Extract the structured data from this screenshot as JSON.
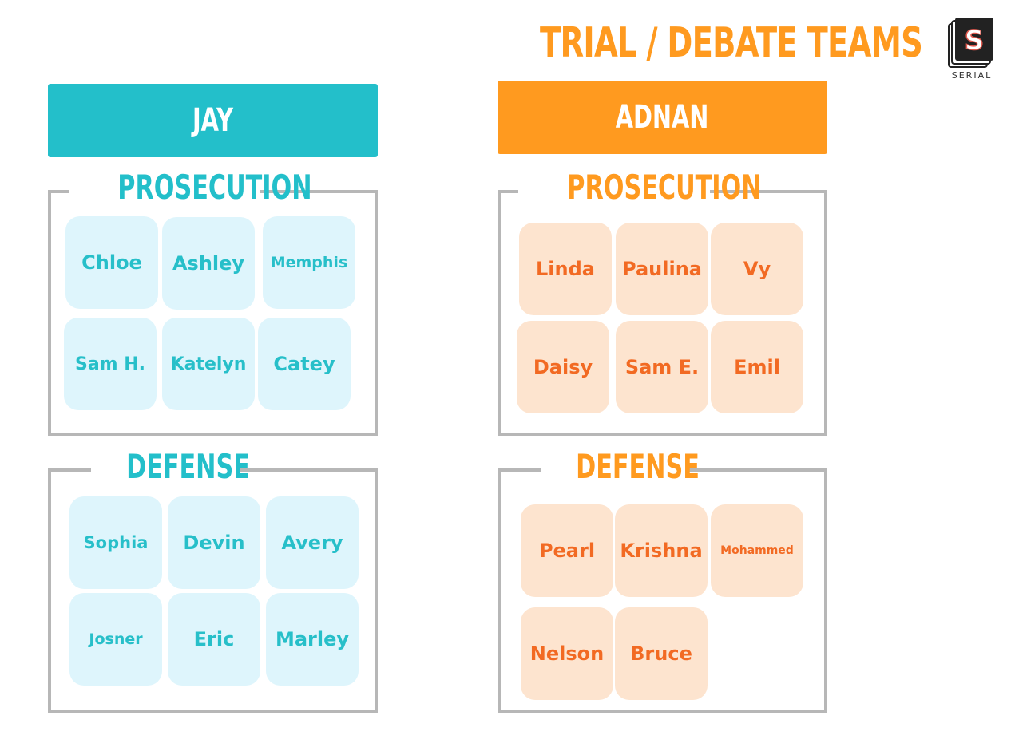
{
  "title": "TRIAL / DEBATE TEAMS",
  "logo": {
    "label": "SERIAL",
    "icon": "serial-logo-icon"
  },
  "colors": {
    "jay": "#23bfca",
    "adnan": "#ff9a1f",
    "jay_card": "#def5fc",
    "adnan_card": "#fde4cf",
    "adnan_text": "#f26a23",
    "border": "#b7b7b7"
  },
  "teams": {
    "jay": {
      "name": "JAY",
      "prosecution": {
        "label": "PROSECUTION",
        "members": [
          "Chloe",
          "Ashley",
          "Memphis",
          "Sam H.",
          "Katelyn",
          "Catey"
        ]
      },
      "defense": {
        "label": "DEFENSE",
        "members": [
          "Sophia",
          "Devin",
          "Avery",
          "Josner",
          "Eric",
          "Marley"
        ]
      }
    },
    "adnan": {
      "name": "ADNAN",
      "prosecution": {
        "label": "PROSECUTION",
        "members": [
          "Linda",
          "Paulina",
          "Vy",
          "Daisy",
          "Sam E.",
          "Emil"
        ]
      },
      "defense": {
        "label": "DEFENSE",
        "members": [
          "Pearl",
          "Krishna",
          "Mohammed",
          "Nelson",
          "Bruce"
        ]
      }
    }
  }
}
